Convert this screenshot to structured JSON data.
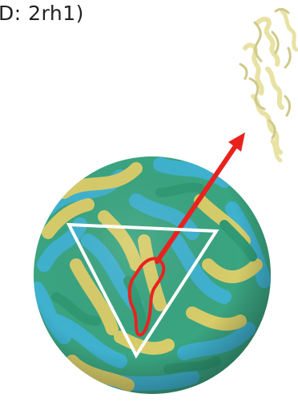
{
  "caption": "D: 2rh1)",
  "colors": {
    "background": "#ffffff",
    "capsid_blue": "#3fb2cf",
    "capsid_yellow": "#d8cd6a",
    "capsid_green": "#3aa581",
    "protein_ribbon": "#e8e2a4",
    "arrow": "#e8231e",
    "triangle": "#ffffff",
    "outline": "#e8231e"
  },
  "icons": [
    "protein-ribbon-structure",
    "virus-capsid-sphere",
    "asymmetric-unit-triangle",
    "red-outline",
    "red-arrow"
  ]
}
